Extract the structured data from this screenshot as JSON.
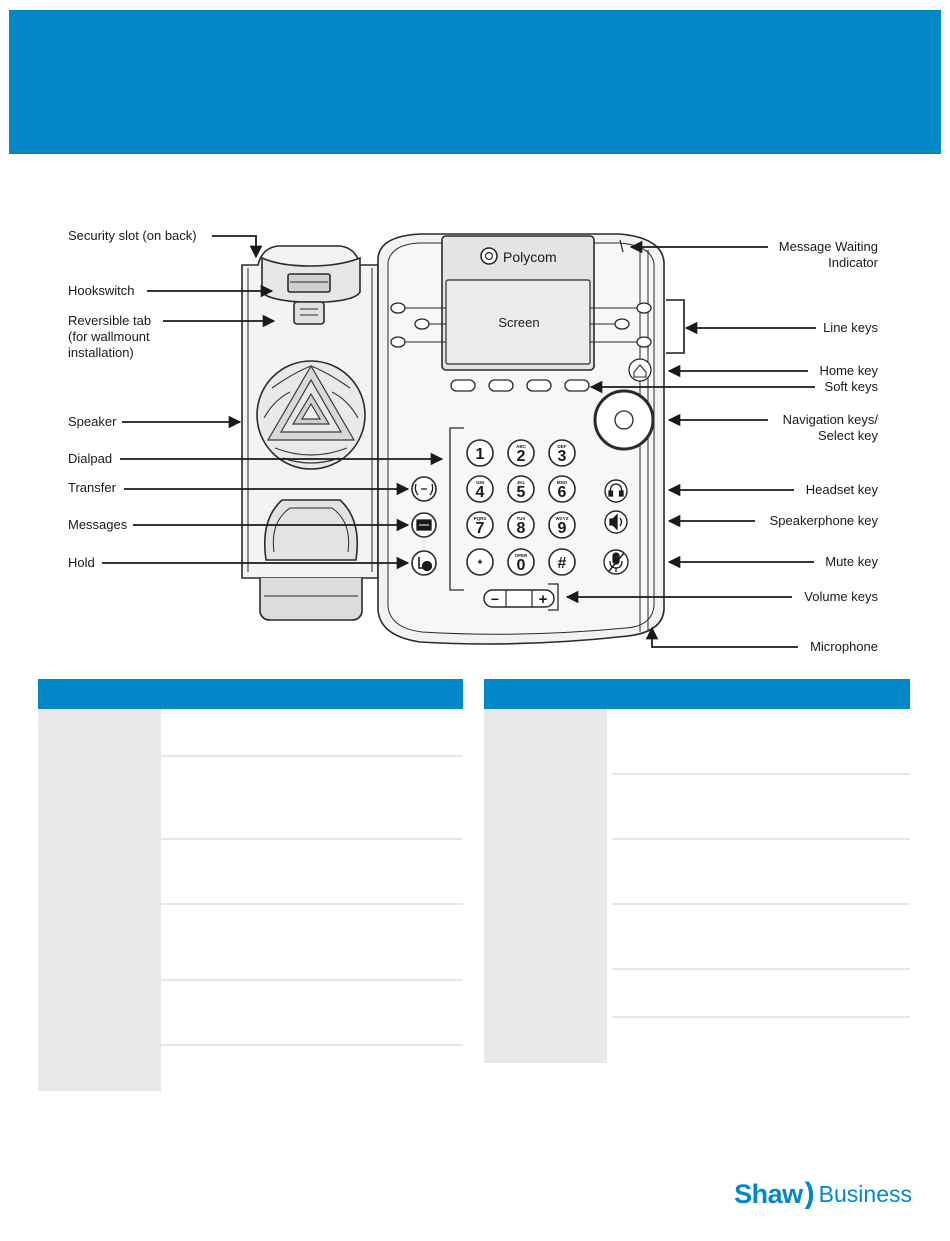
{
  "colors": {
    "brand_blue": "#0288c8",
    "table_side": "#e8e8e8",
    "row_line": "#e6e6e6",
    "ink": "#1a1a1a",
    "phone_stroke": "#2a2a2a",
    "phone_fill": "#f2f2f2"
  },
  "phone": {
    "brand": "Polycom",
    "screen_label": "Screen",
    "keys": [
      {
        "digit": "1",
        "letters": ""
      },
      {
        "digit": "2",
        "letters": "ABC"
      },
      {
        "digit": "3",
        "letters": "DEF"
      },
      {
        "digit": "4",
        "letters": "GHI"
      },
      {
        "digit": "5",
        "letters": "JKL"
      },
      {
        "digit": "6",
        "letters": "MNO"
      },
      {
        "digit": "7",
        "letters": "PQRS"
      },
      {
        "digit": "8",
        "letters": "TUV"
      },
      {
        "digit": "9",
        "letters": "WXYZ"
      },
      {
        "digit": "*",
        "letters": ""
      },
      {
        "digit": "0",
        "letters": "OPER"
      },
      {
        "digit": "#",
        "letters": ""
      }
    ],
    "volume_minus": "−",
    "volume_plus": "+"
  },
  "callouts_left": [
    {
      "text": "Security slot (on back)"
    },
    {
      "text": "Hookswitch"
    },
    {
      "text": "Reversible tab\n(for wallmount\ninstallation)"
    },
    {
      "text": "Speaker"
    },
    {
      "text": "Dialpad"
    },
    {
      "text": "Transfer"
    },
    {
      "text": "Messages"
    },
    {
      "text": "Hold"
    }
  ],
  "callouts_right": [
    {
      "text": "Message Waiting\nIndicator"
    },
    {
      "text": "Line keys"
    },
    {
      "text": "Home key"
    },
    {
      "text": "Soft keys"
    },
    {
      "text": "Navigation keys/\nSelect key"
    },
    {
      "text": "Headset key"
    },
    {
      "text": "Speakerphone key"
    },
    {
      "text": "Mute key"
    },
    {
      "text": "Volume keys"
    },
    {
      "text": "Microphone"
    }
  ],
  "icons": [
    "transfer-icon",
    "messages-icon",
    "hold-icon",
    "headset-icon",
    "speakerphone-icon",
    "mute-icon",
    "home-icon"
  ],
  "logo": {
    "word1": "Shaw",
    "paren": ")",
    "word2": "Business"
  }
}
